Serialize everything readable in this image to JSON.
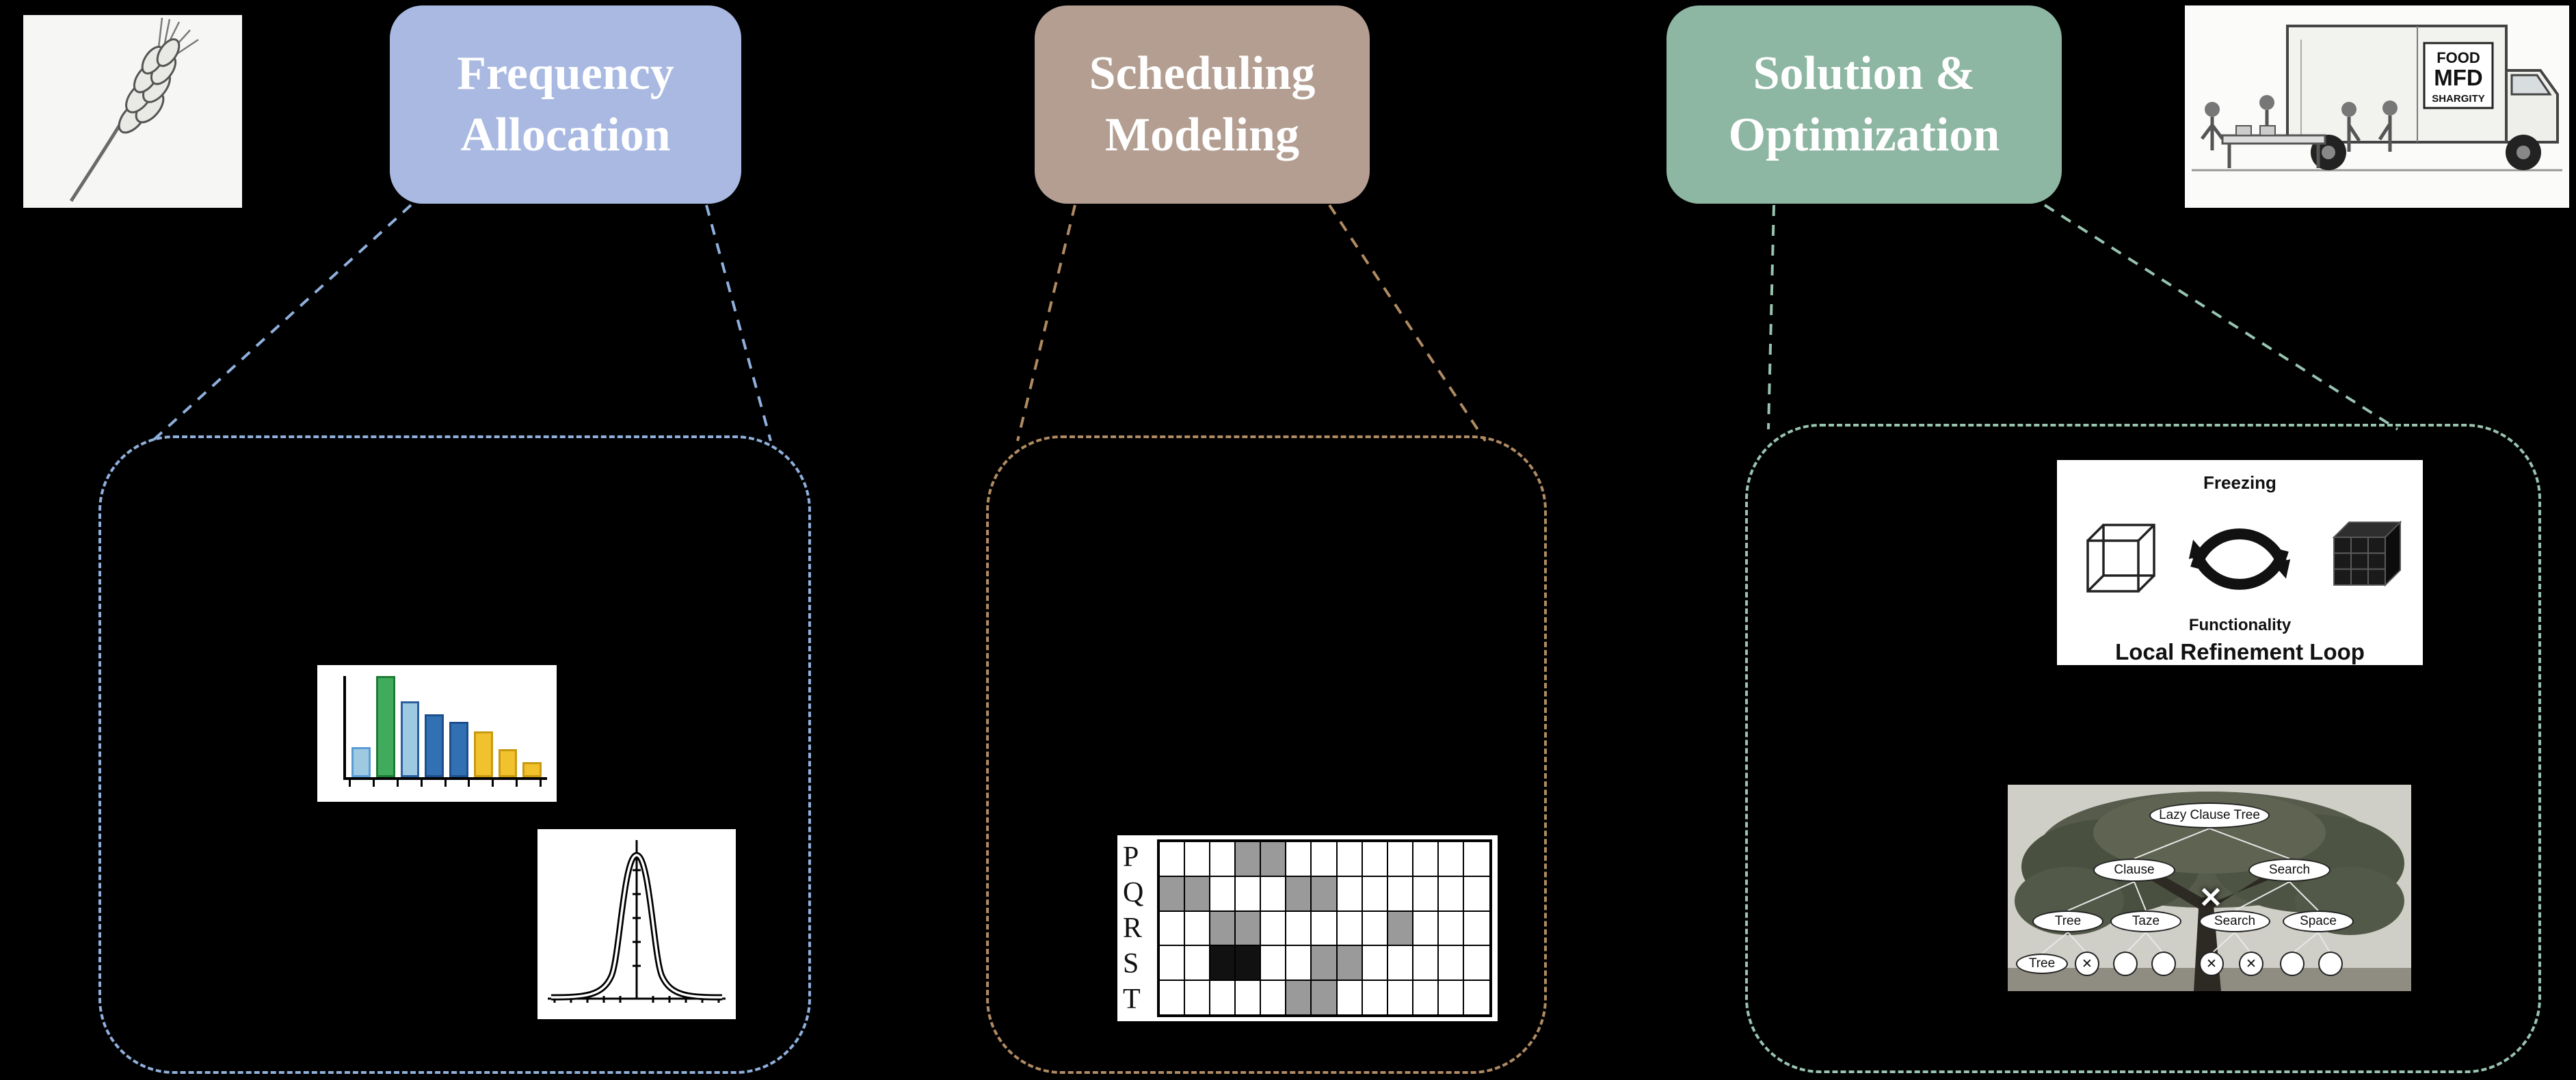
{
  "stages": [
    {
      "title_line1": "Frequency",
      "title_line2": "Allocation",
      "box_color": "#a9b9e2",
      "dash_color": "#8fb0dc"
    },
    {
      "title_line1": "Scheduling",
      "title_line2": "Modeling",
      "box_color": "#b49e92",
      "dash_color": "#b08a62"
    },
    {
      "title_line1": "Solution &",
      "title_line2": "Optimization",
      "box_color": "#8db6a3",
      "dash_color": "#97c3af"
    }
  ],
  "illustrations": {
    "wheat_alt": "wheat-spike-pencil-sketch",
    "truck_alt": "food-distribution-truck-sketch",
    "truck_sign": {
      "line1": "FOOD",
      "line2": "MFD",
      "line3": "SHARGITY"
    }
  },
  "chart_data": [
    {
      "type": "bar",
      "title": "frequency histogram",
      "values": [
        30,
        100,
        75,
        62,
        55,
        45,
        28,
        15
      ],
      "colors": [
        "#9ecae1",
        "#41ab5d",
        "#9ecae1",
        "#3070b3",
        "#3070b3",
        "#f2c12e",
        "#f2c12e",
        "#f2c12e"
      ],
      "strokes": [
        "#5b9bd5",
        "#1e7a35",
        "#2c5f9e",
        "#1d4f8c",
        "#1d4f8c",
        "#c79a10",
        "#c79a10",
        "#c79a10"
      ],
      "xlabel": "",
      "ylabel": "",
      "grid": false
    },
    {
      "type": "line",
      "title": "normal distribution bell curve with center axis and tick marks"
    },
    {
      "type": "table",
      "title": "schedule grid",
      "row_labels": [
        "P",
        "Q",
        "R",
        "S",
        "T"
      ],
      "columns": 13,
      "cells": [
        "...GG........",
        "GG...GG......",
        "..GG.....G...",
        "..BB..GG.....",
        ".....GG......"
      ],
      "legend": {
        "G": "gray filled slot",
        "B": "black filled slot",
        ".": "empty slot"
      }
    }
  ],
  "refinement_loop": {
    "top_label": "Freezing",
    "bottom_label": "Functionality",
    "caption": "Local Refinement Loop"
  },
  "tree_diagram": {
    "root": "Lazy Clause Tree",
    "cross_mark": "✕",
    "level2": [
      "Clause",
      "Search"
    ],
    "level3": [
      "Tree",
      "Taze",
      "Search",
      "Space"
    ],
    "bottom_row": [
      {
        "kind": "oval",
        "label": "Tree"
      },
      {
        "kind": "x"
      },
      {
        "kind": "o"
      },
      {
        "kind": "o"
      },
      {
        "kind": "x"
      },
      {
        "kind": "x"
      },
      {
        "kind": "o"
      },
      {
        "kind": "o"
      }
    ]
  }
}
